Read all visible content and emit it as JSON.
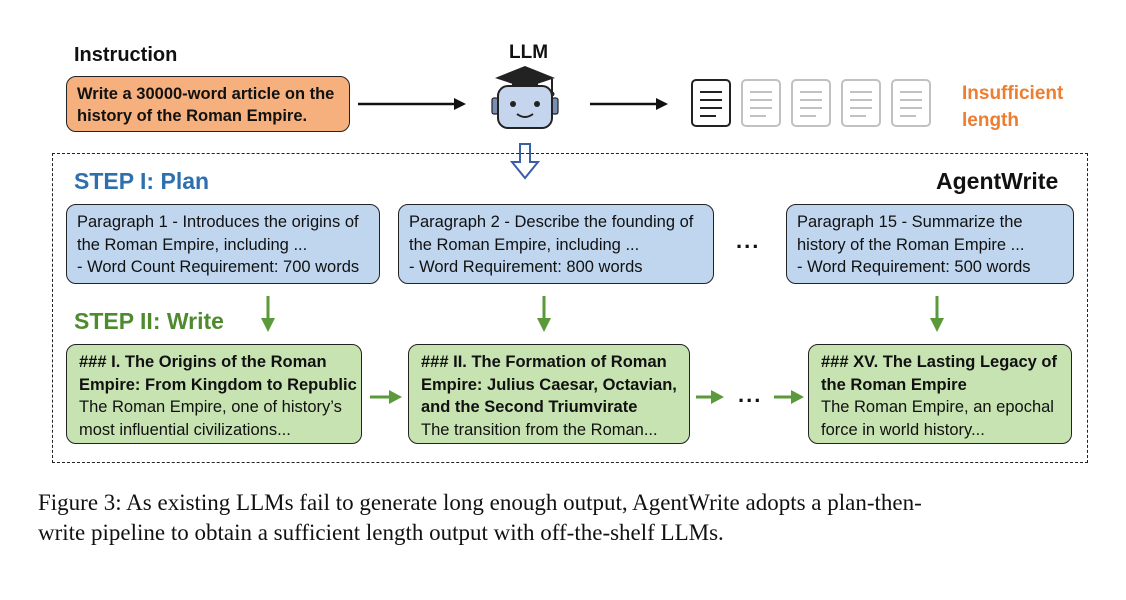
{
  "top": {
    "instruction_label": "Instruction",
    "instruction_text": [
      "Write a 30000-word article on the",
      "history of the Roman Empire."
    ],
    "llm_label": "LLM",
    "insufficient_text": [
      "Insufficient",
      "length"
    ]
  },
  "agentwrite": {
    "title": "AgentWrite",
    "step1_title": "STEP I: Plan",
    "step2_title": "STEP II: Write",
    "plan_boxes": [
      {
        "lines": [
          "Paragraph 1 - Introduces the origins of",
          "the Roman Empire, including ...",
          "- Word Count Requirement: 700 words"
        ]
      },
      {
        "lines": [
          "Paragraph 2 - Describe the founding of",
          "the Roman Empire, including ...",
          "- Word Requirement: 800 words"
        ]
      },
      {
        "lines": [
          "Paragraph 15 - Summarize the",
          "history of the Roman Empire ...",
          "- Word Requirement: 500 words"
        ]
      }
    ],
    "plan_ellipsis": "...",
    "write_boxes": [
      {
        "heading": [
          "### I. The Origins of the Roman",
          "Empire: From Kingdom to Republic"
        ],
        "body": [
          "The Roman Empire, one of history’s",
          "most influential civilizations..."
        ]
      },
      {
        "heading": [
          "### II. The Formation of Roman",
          "Empire: Julius Caesar, Octavian,",
          "and the Second Triumvirate"
        ],
        "body": [
          "The transition from the Roman..."
        ]
      },
      {
        "heading": [
          "### XV. The Lasting Legacy of",
          "the Roman Empire"
        ],
        "body": [
          "The Roman Empire, an epochal",
          "force in world history..."
        ]
      }
    ],
    "write_ellipsis": "..."
  },
  "caption": {
    "lines": [
      "Figure 3:  As existing LLMs fail to generate long enough output, AgentWrite adopts a plan-then-",
      "write pipeline to obtain a sufficient length output with off-the-shelf LLMs."
    ]
  },
  "colors": {
    "instruction_fill": "#f6b07d",
    "plan_fill": "#bfd6ee",
    "write_fill": "#c7e3b1",
    "step1": "#2e6fad",
    "step2": "#4f8a2e",
    "insufficient": "#ed7d31",
    "green_arrow": "#5b9a3a",
    "blue_arrow": "#3a5fa8"
  },
  "icons": [
    "robot-graduate-icon",
    "scroll-icon"
  ]
}
